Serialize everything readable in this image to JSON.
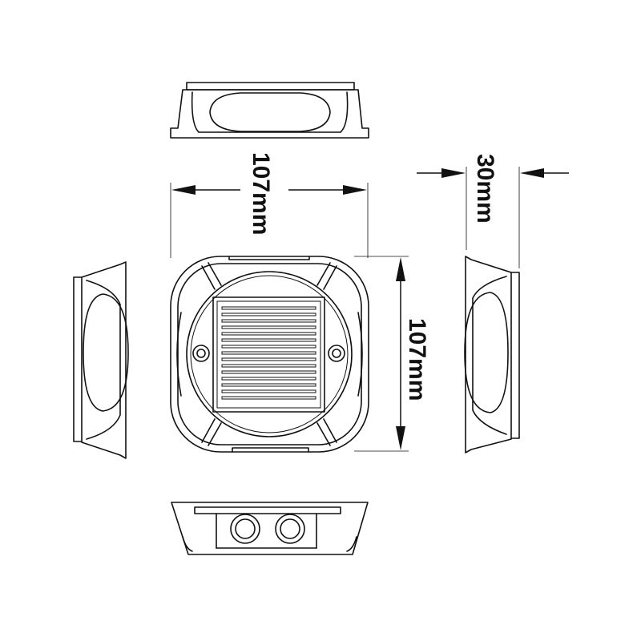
{
  "dimensions": {
    "width_label": "107mm",
    "height_label": "107mm",
    "depth_label": "30mm"
  },
  "colors": {
    "line": "#111111",
    "background": "#ffffff"
  }
}
